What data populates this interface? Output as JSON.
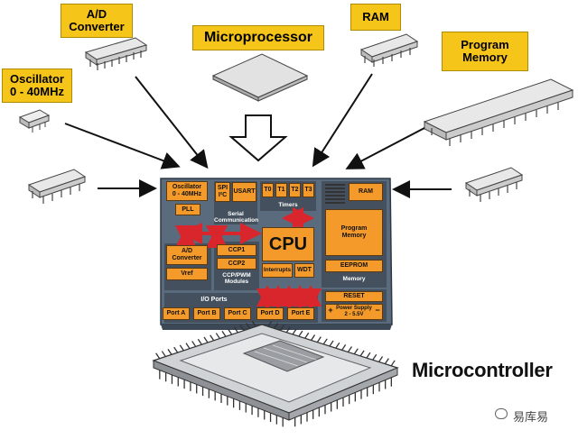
{
  "labels": {
    "ad_converter": "A/D\nConverter",
    "microprocessor": "Microprocessor",
    "ram": "RAM",
    "program_memory": "Program\nMemory",
    "oscillator": "Oscillator\n0 - 40MHz"
  },
  "mcu": {
    "oscillator": "Oscillator\n0 - 40MHz",
    "pll": "PLL",
    "spi": "SPI\nI²C",
    "usart": "USART",
    "serial_comm": "Serial\nCommunication",
    "t0": "T0",
    "t1": "T1",
    "t2": "T2",
    "t3": "T3",
    "timers": "Timers",
    "ram": "RAM",
    "program_memory": "Program\nMemory",
    "eeprom": "EEPROM",
    "memory": "Memory",
    "ad_converter": "A/D\nConverter",
    "vref": "Vref",
    "ccp1": "CCP1",
    "ccp2": "CCP2",
    "ccp_pwm": "CCP/PWM\nModules",
    "cpu": "CPU",
    "interrupts": "Interrupts",
    "wdt": "WDT",
    "io_ports": "I/O Ports",
    "ports": [
      "Port A",
      "Port B",
      "Port C",
      "Port D",
      "Port E"
    ],
    "reset": "RESET",
    "power_supply": "Power Supply\n2 - 5.5V",
    "plus": "+",
    "minus": "−"
  },
  "microcontroller_label": "Microcontroller",
  "watermark": "易库易",
  "colors": {
    "label_bg": "#f6c51a",
    "block": "#f39a2a",
    "board": "#5b6b7e",
    "arrow_red": "#d8262c"
  }
}
